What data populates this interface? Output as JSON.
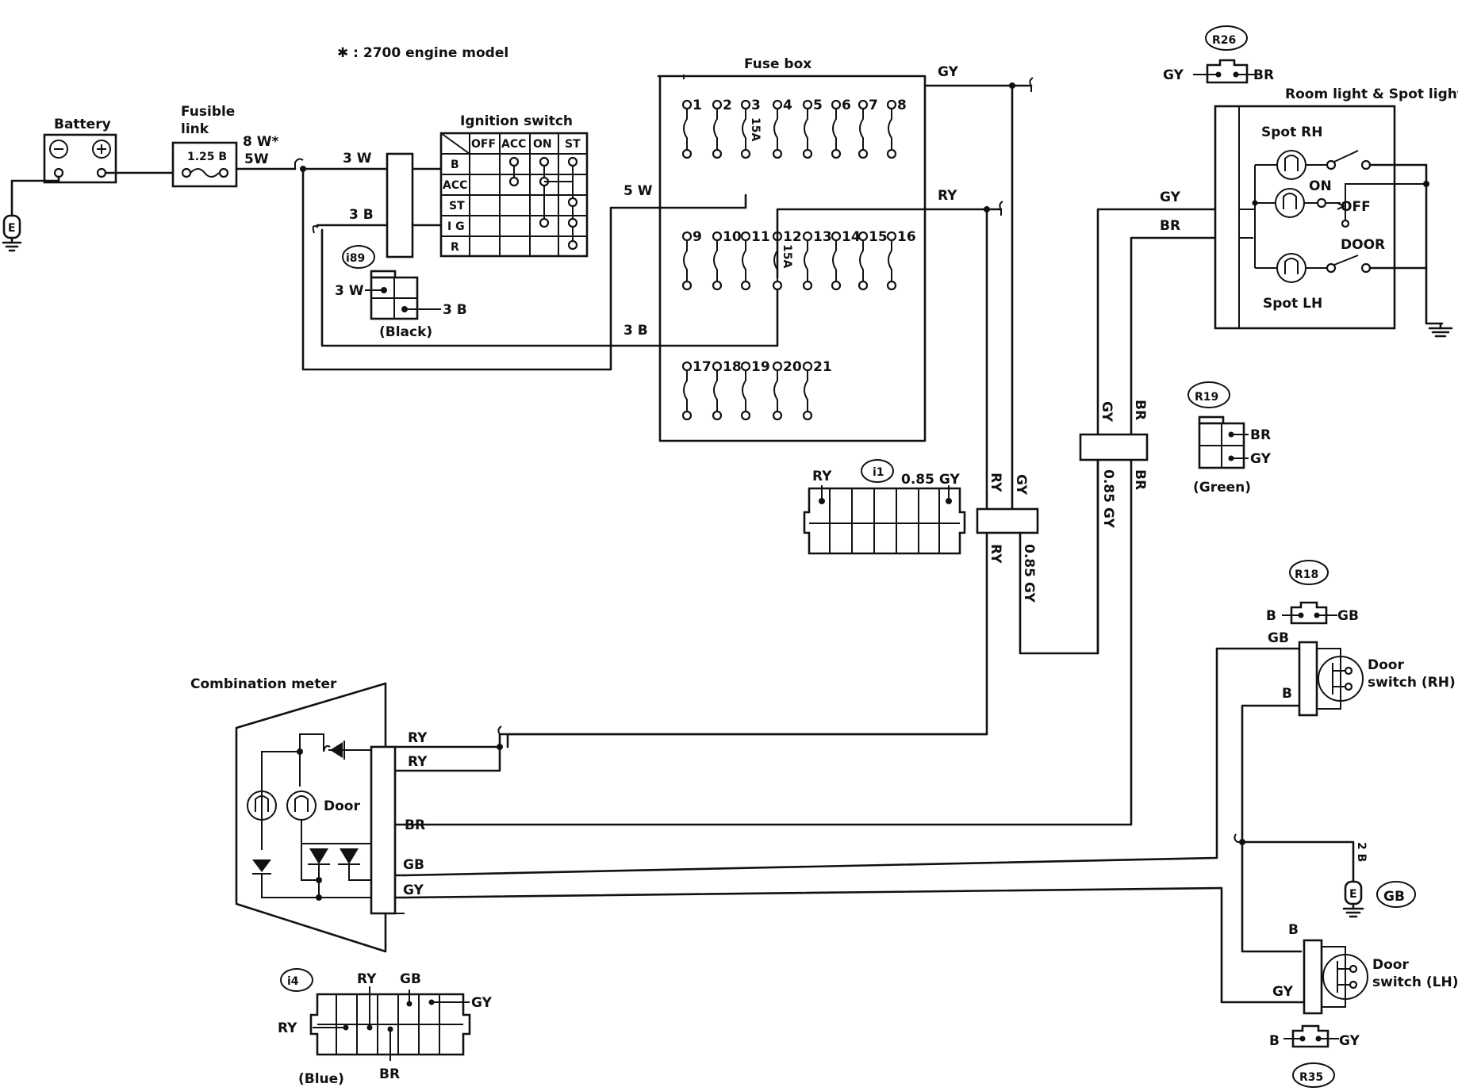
{
  "note": "✱ :  2700 engine model",
  "battery": {
    "title": "Battery"
  },
  "fusible_link": {
    "title_1": "Fusible",
    "title_2": "link",
    "rating": "1.25 B",
    "w1": "8 W*",
    "w2": "5W"
  },
  "ground_e": "E",
  "wires": {
    "w3a": "3 W",
    "b3a": "3 B",
    "w5": "5 W",
    "b3b": "3 B",
    "gy_top": "GY",
    "ry_top": "RY",
    "gy_r": "GY",
    "br_r": "BR",
    "gy_v": "GY",
    "br_v": "BR",
    "gy085": "0.85 GY",
    "br_v2": "BR",
    "ry_v": "RY",
    "gy_v2": "GY",
    "ry_v2": "RY",
    "gy085b": "0.85 GY",
    "ry_m1": "RY",
    "ry_m2": "RY",
    "br_m": "BR",
    "gb_m": "GB",
    "gy_m": "GY",
    "gb_ds": "GB",
    "b_ds": "B",
    "b_ds2": "B",
    "gy_ds": "GY",
    "b2": "2 B"
  },
  "ignition": {
    "title": "Ignition switch",
    "cols": [
      "OFF",
      "ACC",
      "ON",
      "ST"
    ],
    "rows": [
      "B",
      "ACC",
      "ST",
      "I G",
      "R"
    ]
  },
  "i89": {
    "tag": "i89",
    "left": "3 W",
    "right": "3 B",
    "color": "(Black)"
  },
  "fusebox": {
    "title": "Fuse box",
    "row1": [
      "1",
      "2",
      "3",
      "4",
      "5",
      "6",
      "7",
      "8"
    ],
    "row2": [
      "9",
      "10",
      "11",
      "12",
      "13",
      "14",
      "15",
      "16"
    ],
    "row3": [
      "17",
      "18",
      "19",
      "20",
      "21"
    ],
    "amp1": "15A",
    "amp2": "15A"
  },
  "i1": {
    "tag": "i1",
    "left": "RY",
    "right": "0.85 GY"
  },
  "r26": {
    "tag": "R26",
    "left": "GY",
    "right": "BR"
  },
  "room": {
    "title": "Room light & Spot light",
    "spot_rh": "Spot RH",
    "on": "ON",
    "off": "OFF",
    "door": "DOOR",
    "spot_lh": "Spot LH"
  },
  "r19": {
    "tag": "R19",
    "br": "BR",
    "gy": "GY",
    "color": "(Green)"
  },
  "r18": {
    "tag": "R18",
    "left": "B",
    "right": "GB"
  },
  "door_rh": {
    "l1": "Door",
    "l2": "switch (RH)"
  },
  "door_lh": {
    "l1": "Door",
    "l2": "switch (LH)"
  },
  "gb_ground": "GB",
  "r35": {
    "tag": "R35",
    "left": "B",
    "right": "GY"
  },
  "meter": {
    "title": "Combination meter",
    "door": "Door"
  },
  "i4": {
    "tag": "i4",
    "ry": "RY",
    "gb": "GB",
    "gy": "GY",
    "ry_l": "RY",
    "br": "BR",
    "color": "(Blue)"
  }
}
